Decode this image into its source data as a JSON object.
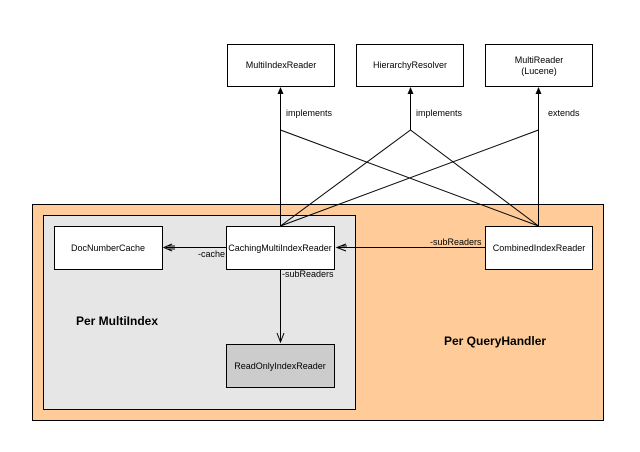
{
  "regions": {
    "query_handler": {
      "label": "Per QueryHandler",
      "color": "#ffcc99"
    },
    "multi_index": {
      "label": "Per MultiIndex",
      "color": "#e6e6e6"
    }
  },
  "classes": {
    "multi_index_reader": {
      "label": "MultiIndexReader"
    },
    "hierarchy_resolver": {
      "label": "HierarchyResolver"
    },
    "multi_reader": {
      "label_line1": "MultiReader",
      "label_line2": "(Lucene)"
    },
    "doc_number_cache": {
      "label": "DocNumberCache"
    },
    "caching_multi_index_reader": {
      "label": "CachingMultiIndexReader"
    },
    "combined_index_reader": {
      "label": "CombinedIndexReader"
    },
    "read_only_index_reader": {
      "label": "ReadOnlyIndexReader",
      "color": "#cccccc"
    }
  },
  "relations": {
    "implements_multi_index_reader": {
      "label": "implements"
    },
    "implements_hierarchy_resolver": {
      "label": "implements"
    },
    "extends_multi_reader": {
      "label": "extends"
    },
    "cache": {
      "label": "-cache"
    },
    "sub_readers_caching": {
      "label": "-subReaders"
    },
    "sub_readers_combined": {
      "label": "-subReaders"
    }
  }
}
